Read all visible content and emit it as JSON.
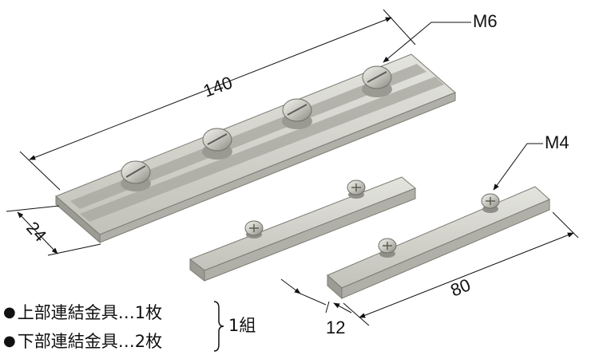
{
  "dimensions": {
    "long_length": "140",
    "width": "24",
    "short_length": "80",
    "short_width": "12"
  },
  "screws": {
    "large": "M6",
    "small": "M4"
  },
  "legend": {
    "upper_item": "上部連結金具…1枚",
    "lower_item": "下部連結金具…2枚",
    "set_label": "1組"
  },
  "colors": {
    "bar_top": "#d9d9d3",
    "bar_side": "#b4b4ac",
    "bar_dark": "#8e8e86",
    "screw": "#c9c9c2",
    "line": "#111111"
  }
}
